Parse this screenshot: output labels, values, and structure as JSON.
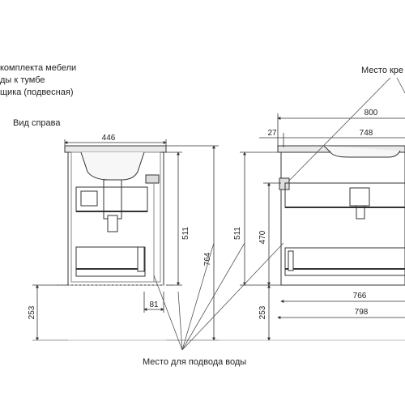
{
  "title_lines": [
    "комплекта мебели",
    "ды к тумбе",
    "щика (подвесная)"
  ],
  "side_view_label": "Вид справа",
  "mount_label": "Место кре",
  "water_label": "Место для подвода воды",
  "side": {
    "width": "446",
    "inner_height": "511",
    "total_height": "764",
    "bottom_offset": "253",
    "pipe_offset": "81"
  },
  "front": {
    "total_width": "800",
    "left_offset": "27",
    "top_width": "748",
    "inner_height_left": "511",
    "inner_height": "470",
    "bottom_offset": "253",
    "base_width": "766",
    "outer_width": "798"
  }
}
